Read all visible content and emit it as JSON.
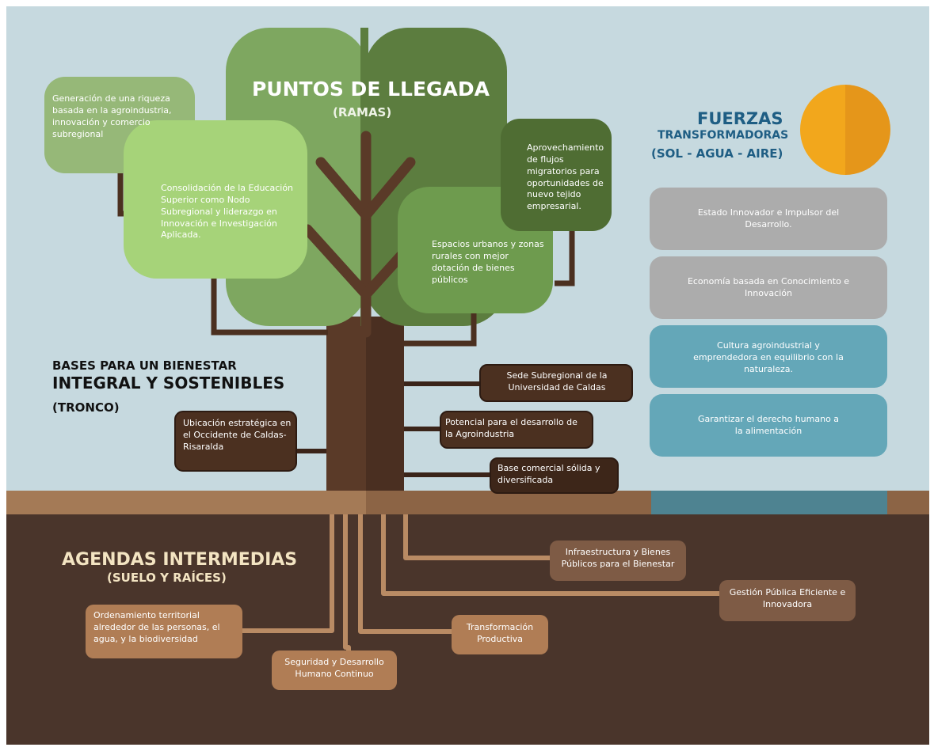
{
  "colors": {
    "sky": "#c6d9df",
    "ground_band": "#a47a56",
    "soil": "#4a352b",
    "trunk": "#5a3a28",
    "trunk_shade": "#4a2f21",
    "branch_box": "#4b3020",
    "root_line": "#b98b64",
    "root_box": "#b07d55",
    "canopy_light": "#7ea760",
    "canopy_dark": "#5c7d3f",
    "bright_green": "#a6d379",
    "sage_green": "#96b878",
    "mid_green": "#6e9b4e",
    "dark_green": "#4f6d33",
    "grey_card": "#acacac",
    "teal_card": "#64a7b8",
    "water": "#4e8391",
    "sun_left": "#f2a71c",
    "sun_right": "#e5961a",
    "title_cream": "#f3e4c2"
  },
  "canopy": {
    "title": "PUNTOS DE LLEGADA",
    "subtitle": "(RAMAS)",
    "bubbles": [
      {
        "id": "generacion",
        "text": "Generación de una riqueza basada en la agroindustria, innovación y comercio subregional"
      },
      {
        "id": "consolidacion",
        "text": "Consolidación de la Educación Superior como Nodo Subregional y liderazgo en Innovación e Investigación Aplicada."
      },
      {
        "id": "aprovechamiento",
        "text": "Aprovechamiento de flujos migratorios para oportunidades de nuevo tejido empresarial."
      },
      {
        "id": "espacios",
        "text": "Espacios urbanos y zonas rurales con mejor dotación de bienes públicos"
      }
    ]
  },
  "forces": {
    "title": "FUERZAS",
    "subtitle": "TRANSFORMADORAS",
    "elements": "(SOL - AGUA - AIRE)",
    "items": [
      {
        "id": "estado",
        "text": "Estado Innovador e Impulsor del Desarrollo."
      },
      {
        "id": "economia",
        "text": "Economía basada en Conocimiento e Innovación"
      },
      {
        "id": "cultura",
        "text": "Cultura agroindustrial y emprendedora en equilibrio con la naturaleza."
      },
      {
        "id": "garantizar",
        "text": "Garantizar el derecho humano a la alimentación"
      }
    ]
  },
  "trunk": {
    "title_line1": "BASES PARA UN BIENESTAR",
    "title_line2": "INTEGRAL Y SOSTENIBLES",
    "title_line3": "(TRONCO)",
    "items": [
      {
        "id": "ubicacion",
        "text": "Ubicación estratégica en el Occidente de Caldas- Risaralda"
      },
      {
        "id": "sede",
        "text": "Sede Subregional de la Universidad de Caldas"
      },
      {
        "id": "potencial",
        "text": "Potencial para el desarrollo de la Agroindustria"
      },
      {
        "id": "base",
        "text": "Base comercial sólida y diversificada"
      }
    ]
  },
  "roots": {
    "title": "AGENDAS INTERMEDIAS",
    "subtitle": "(SUELO Y RAÍCES)",
    "items": [
      {
        "id": "ordenamiento",
        "text": "Ordenamiento territorial alrededor de las personas, el agua, y la biodiversidad"
      },
      {
        "id": "seguridad",
        "text": "Seguridad y Desarrollo Humano Continuo"
      },
      {
        "id": "transformacion",
        "text": "Transformación Productiva"
      },
      {
        "id": "infraestructura",
        "text": "Infraestructura y Bienes Públicos para el Bienestar"
      },
      {
        "id": "gestion",
        "text": "Gestión Pública Eficiente e Innovadora"
      }
    ]
  }
}
